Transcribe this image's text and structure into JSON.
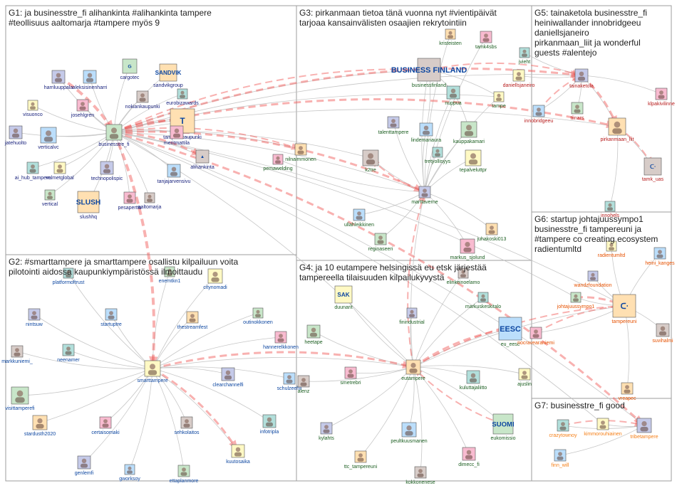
{
  "groups": [
    {
      "id": "G1",
      "label": "G1: ja businesstre_fi alihankinta #alihankinta tampere #teollisuus aaltomarja #tampere myös 9"
    },
    {
      "id": "G2",
      "label": "G2: #smarttampere ja smarttampere osallistu kilpailuun voita pilotointi aidossa kaupunkiympäristössä ilmoittaudu"
    },
    {
      "id": "G3",
      "label": "G3: pirkanmaan tietoa tänä vuonna nyt #vientipäivät tarjoaa kansainvälisten osaajien rekrytointiin"
    },
    {
      "id": "G4",
      "label": "G4: ja 10 eutampere helsingissä eu etsk järjestää tampereella tilaisuuden kilpailukyvystä"
    },
    {
      "id": "G5",
      "label": "G5: tainaketola businesstre_fi heiniwallander innobridgeeu daniellsjaneiro pirkanmaan_liit ja wonderful guests #alentejo"
    },
    {
      "id": "G6",
      "label": "G6: startup johtajuussympo1 businesstre_fi tampereuni ja #tampere co creating ecosystem radientumltd"
    },
    {
      "id": "G7",
      "label": "G7: businesstre_fi good"
    }
  ],
  "nodes": [
    {
      "id": "n1",
      "label": "harriluuppala",
      "color": "#1a237e"
    },
    {
      "id": "n2",
      "label": "aleksisinenharri",
      "color": "#1a237e"
    },
    {
      "id": "n3",
      "label": "cargotec",
      "color": "#1a237e"
    },
    {
      "id": "n4",
      "label": "sandvikgroup",
      "color": "#1a237e"
    },
    {
      "id": "n5",
      "label": "josehlgren",
      "color": "#1a237e"
    },
    {
      "id": "n6",
      "label": "nokiankaupunki",
      "color": "#1a237e"
    },
    {
      "id": "n7",
      "label": "eurobizawards",
      "color": "#1a237e"
    },
    {
      "id": "n8",
      "label": "visuonco",
      "color": "#1a237e"
    },
    {
      "id": "n9",
      "label": "jatehuolto",
      "color": "#1a237e"
    },
    {
      "id": "n10",
      "label": "verticalvc",
      "color": "#1a237e"
    },
    {
      "id": "n11",
      "label": "businesstre_fi",
      "color": "#1a237e"
    },
    {
      "id": "n12",
      "label": "tamperekaupunki",
      "color": "#1a237e"
    },
    {
      "id": "n13",
      "label": "meritmattila",
      "color": "#1a237e"
    },
    {
      "id": "n14",
      "label": "alihankinta",
      "color": "#1a237e"
    },
    {
      "id": "n15",
      "label": "ai_hub_tampere",
      "color": "#1a237e"
    },
    {
      "id": "n16",
      "label": "valmetglobal",
      "color": "#1a237e"
    },
    {
      "id": "n17",
      "label": "technopolispic",
      "color": "#1a237e"
    },
    {
      "id": "n18",
      "label": "tanjajarvensivu",
      "color": "#1a237e"
    },
    {
      "id": "n19",
      "label": "vertical",
      "color": "#1a237e"
    },
    {
      "id": "n20",
      "label": "slushhq",
      "color": "#1a237e"
    },
    {
      "id": "n21",
      "label": "pesaperttu",
      "color": "#1a237e"
    },
    {
      "id": "n22",
      "label": "aaltomarja",
      "color": "#1a237e"
    },
    {
      "id": "n23",
      "label": "platformoftrust",
      "color": "#0d47a1"
    },
    {
      "id": "n24",
      "label": "citynomadi",
      "color": "#0d47a1"
    },
    {
      "id": "n25",
      "label": "nintsuw",
      "color": "#0d47a1"
    },
    {
      "id": "n26",
      "label": "startuptre",
      "color": "#0d47a1"
    },
    {
      "id": "n27",
      "label": "outinokkonen",
      "color": "#0d47a1"
    },
    {
      "id": "n28",
      "label": "thestreamfest",
      "color": "#0d47a1"
    },
    {
      "id": "n29",
      "label": "hannerelkkonen",
      "color": "#0d47a1"
    },
    {
      "id": "n30",
      "label": "markkuniemi_",
      "color": "#0d47a1"
    },
    {
      "id": "n31",
      "label": "neenamer",
      "color": "#0d47a1"
    },
    {
      "id": "n32",
      "label": "smarttampere",
      "color": "#0d47a1"
    },
    {
      "id": "n33",
      "label": "clearchannelfi",
      "color": "#0d47a1"
    },
    {
      "id": "n34",
      "label": "schulzeehli",
      "color": "#0d47a1"
    },
    {
      "id": "n35",
      "label": "visittamperefi",
      "color": "#0d47a1"
    },
    {
      "id": "n36",
      "label": "stardusth2020",
      "color": "#0d47a1"
    },
    {
      "id": "n37",
      "label": "certaisomaki",
      "color": "#0d47a1"
    },
    {
      "id": "n38",
      "label": "sehkolaitos",
      "color": "#0d47a1"
    },
    {
      "id": "n39",
      "label": "infotripla",
      "color": "#0d47a1"
    },
    {
      "id": "n40",
      "label": "kuutosaika",
      "color": "#0d47a1"
    },
    {
      "id": "n41",
      "label": "genlemfi",
      "color": "#0d47a1"
    },
    {
      "id": "n42",
      "label": "gworksoy",
      "color": "#0d47a1"
    },
    {
      "id": "n43",
      "label": "ettaplanmore",
      "color": "#0d47a1"
    },
    {
      "id": "n44",
      "label": "kristeisten",
      "color": "#1b5e20"
    },
    {
      "id": "n45",
      "label": "tamk4sbs",
      "color": "#1b5e20"
    },
    {
      "id": "n46",
      "label": "businessfinland",
      "color": "#1b5e20"
    },
    {
      "id": "n47",
      "label": "nuppua",
      "color": "#1b5e20"
    },
    {
      "id": "n48",
      "label": "tampe",
      "color": "#1b5e20"
    },
    {
      "id": "n49",
      "label": "talenttampere",
      "color": "#1b5e20"
    },
    {
      "id": "n50",
      "label": "lindemariaura",
      "color": "#1b5e20"
    },
    {
      "id": "n51",
      "label": "kauppakamari",
      "color": "#1b5e20"
    },
    {
      "id": "n52",
      "label": "nilnaimmonen",
      "color": "#1b5e20"
    },
    {
      "id": "n53",
      "label": "pemawelding",
      "color": "#1b5e20"
    },
    {
      "id": "n54",
      "label": "k2tre",
      "color": "#1b5e20"
    },
    {
      "id": "n55",
      "label": "tretyollisyys",
      "color": "#1b5e20"
    },
    {
      "id": "n56",
      "label": "tepalveluttpr",
      "color": "#1b5e20"
    },
    {
      "id": "n57",
      "label": "marttaverne",
      "color": "#1b5e20"
    },
    {
      "id": "n58",
      "label": "ullahleikkinen",
      "color": "#1b5e20"
    },
    {
      "id": "n59",
      "label": "reginaseeri",
      "color": "#1b5e20"
    },
    {
      "id": "n60",
      "label": "juhakoski013",
      "color": "#1b5e20"
    },
    {
      "id": "n61",
      "label": "markus_sjolund",
      "color": "#1b5e20"
    },
    {
      "id": "n62",
      "label": "elinkeinoelamo",
      "color": "#1b5e20"
    },
    {
      "id": "n63",
      "label": "markuskeskitalo",
      "color": "#1b5e20"
    },
    {
      "id": "n64",
      "label": "duunarit",
      "color": "#1b5e20"
    },
    {
      "id": "n65",
      "label": "finindustrial",
      "color": "#1b5e20"
    },
    {
      "id": "n66",
      "label": "eu_eesc",
      "color": "#1b5e20"
    },
    {
      "id": "n67",
      "label": "heetape",
      "color": "#1b5e20"
    },
    {
      "id": "n68",
      "label": "eutampere",
      "color": "#1b5e20"
    },
    {
      "id": "n69",
      "label": "smetrebri",
      "color": "#1b5e20"
    },
    {
      "id": "n70",
      "label": "alenz",
      "color": "#1b5e20"
    },
    {
      "id": "n71",
      "label": "kuluttajaliitto",
      "color": "#1b5e20"
    },
    {
      "id": "n72",
      "label": "ajuslin",
      "color": "#1b5e20"
    },
    {
      "id": "n73",
      "label": "kylahts",
      "color": "#1b5e20"
    },
    {
      "id": "n74",
      "label": "peultkuusmanen",
      "color": "#1b5e20"
    },
    {
      "id": "n75",
      "label": "eukomissio",
      "color": "#1b5e20"
    },
    {
      "id": "n76",
      "label": "ttc_tampereuni",
      "color": "#1b5e20"
    },
    {
      "id": "n77",
      "label": "dimecc_fi",
      "color": "#1b5e20"
    },
    {
      "id": "n78",
      "label": "kokkonenese",
      "color": "#1b5e20"
    },
    {
      "id": "n79",
      "label": "jvieht",
      "color": "#1b5e20"
    },
    {
      "id": "n80",
      "label": "daniellsjaneiro",
      "color": "#b71c1c"
    },
    {
      "id": "n81",
      "label": "tainaketola",
      "color": "#b71c1c"
    },
    {
      "id": "n82",
      "label": "innobridgeeu",
      "color": "#b71c1c"
    },
    {
      "id": "n83",
      "label": "tiinars",
      "color": "#b71c1c"
    },
    {
      "id": "n84",
      "label": "pirkanmaan_liit",
      "color": "#b71c1c"
    },
    {
      "id": "n85",
      "label": "klpakivilinne",
      "color": "#b71c1c"
    },
    {
      "id": "n86",
      "label": "tamk_uas",
      "color": "#b71c1c"
    },
    {
      "id": "n87",
      "label": "innohels",
      "color": "#b71c1c"
    },
    {
      "id": "n88",
      "label": "radientumltd",
      "color": "#e65100"
    },
    {
      "id": "n89",
      "label": "wandzfoundation",
      "color": "#e65100"
    },
    {
      "id": "n90",
      "label": "heini_kanges",
      "color": "#e65100"
    },
    {
      "id": "n91",
      "label": "johtajuussympo1",
      "color": "#e65100"
    },
    {
      "id": "n92",
      "label": "tampereuni",
      "color": "#e65100"
    },
    {
      "id": "n93",
      "label": "nocravearaniemi",
      "color": "#e65100"
    },
    {
      "id": "n94",
      "label": "suvihalmi",
      "color": "#e65100"
    },
    {
      "id": "n95",
      "label": "crazytownoy",
      "color": "#f57f17"
    },
    {
      "id": "n96",
      "label": "kimmorouhiainen",
      "color": "#f57f17"
    },
    {
      "id": "n97",
      "label": "tribetampere",
      "color": "#f57f17"
    },
    {
      "id": "n98",
      "label": "finn_will",
      "color": "#f57f17"
    },
    {
      "id": "n99",
      "label": "enemtkn1",
      "color": "#0d47a1"
    },
    {
      "id": "n100",
      "label": "vreapec",
      "color": "#e65100"
    }
  ],
  "icons": [
    {
      "node": "n3",
      "text": "G"
    },
    {
      "node": "n4",
      "text": "SANDVIK"
    },
    {
      "node": "n12",
      "text": "T"
    },
    {
      "node": "n14",
      "text": "▲"
    },
    {
      "node": "n20",
      "text": "SLUSH"
    },
    {
      "node": "n46",
      "text": "BUSINESS FINLAND"
    },
    {
      "node": "n64",
      "text": "SAK"
    },
    {
      "node": "n66",
      "text": "EESC"
    },
    {
      "node": "n75",
      "text": "SUOMI"
    },
    {
      "node": "n92",
      "text": "ᑕᐧ"
    },
    {
      "node": "n86",
      "text": "ᑕᐧ"
    }
  ],
  "colors": {
    "edge": "#bdbdbd",
    "strong_edge": "#ef5350",
    "box": "#9e9e9e"
  }
}
